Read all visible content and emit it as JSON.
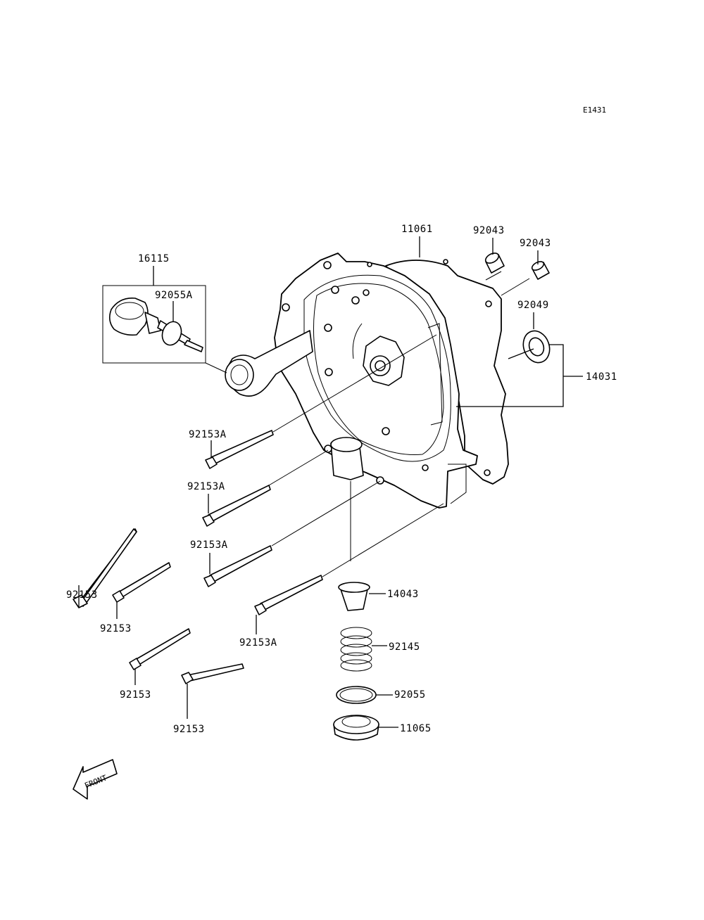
{
  "diagram_code": "E1431",
  "front_label": "FRONT",
  "labels": {
    "p11061": "11061",
    "p92043a": "92043",
    "p92043b": "92043",
    "p92049": "92049",
    "p14031": "14031",
    "p16115": "16115",
    "p92055A": "92055A",
    "p92153A_1": "92153A",
    "p92153A_2": "92153A",
    "p92153A_3": "92153A",
    "p92153A_4": "92153A",
    "p92153_1": "92153",
    "p92153_2": "92153",
    "p92153_3": "92153",
    "p92153_4": "92153",
    "p14043": "14043",
    "p92145": "92145",
    "p92055": "92055",
    "p11065": "11065"
  }
}
